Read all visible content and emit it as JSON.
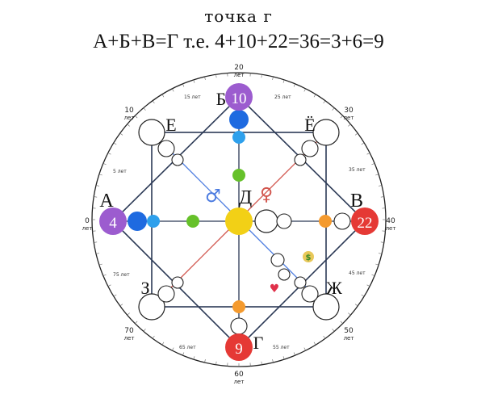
{
  "title": "точка г",
  "formula": "А+Б+В=Г т.е. 4+10+22=36=3+6=9",
  "letters": {
    "A": "А",
    "B": "Б",
    "V": "В",
    "G": "Г",
    "E": "Е",
    "YO": "Ё",
    "Z": "З",
    "ZH": "Ж",
    "D": "Д"
  },
  "numbers": {
    "left": "4",
    "top": "10",
    "right": "22",
    "bottom": "9"
  },
  "ages": {
    "a0": "0",
    "a10": "10",
    "a20": "20",
    "a30": "30",
    "a40": "40",
    "a50": "50",
    "a60": "60",
    "a70": "70",
    "let": "лет",
    "l5": "5 лет",
    "l15": "15 лет",
    "l25": "25 лет",
    "l35": "35 лет",
    "l45": "45 лет",
    "l55": "55 лет",
    "l65": "65 лет",
    "l75": "75 лет"
  },
  "colors": {
    "purple": "#9c5ccf",
    "red": "#e53935",
    "blue": "#1e6ae0",
    "lightblue": "#2ea0ec",
    "green": "#66c12a",
    "yellow": "#f2d016",
    "orange": "#f49a2e",
    "line": "#2c3a56",
    "male": "#4b7be0",
    "female": "#d2564e"
  },
  "icons": {
    "male": "♂",
    "female": "♀",
    "heart": "♥",
    "money": "$"
  }
}
